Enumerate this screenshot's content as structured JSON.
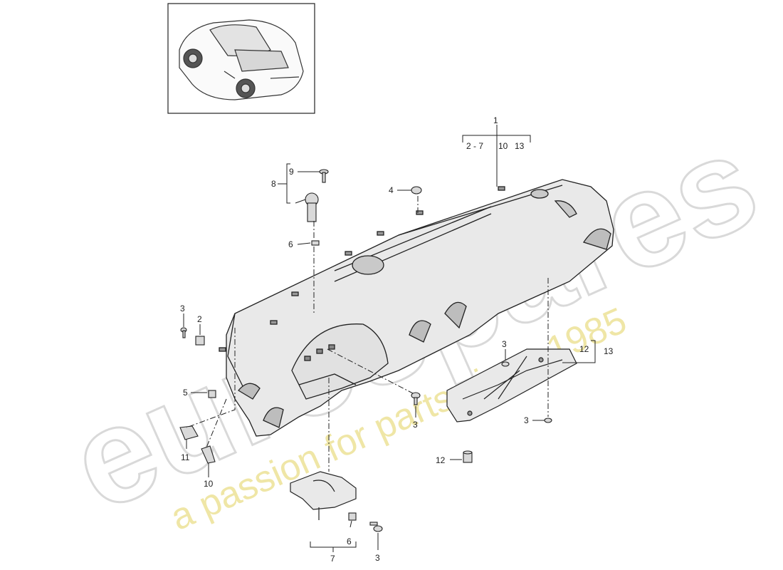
{
  "watermark": {
    "brand": "eurospares",
    "tagline": "a passion for parts since 1985"
  },
  "thumbnail": {
    "icon": "car-convertible-icon"
  },
  "callouts": {
    "c1": "1",
    "c1_range": "2 - 7",
    "c1_10": "10",
    "c1_13": "13",
    "c2": "2",
    "c3_left": "3",
    "c3_center": "3",
    "c3_bottom": "3",
    "c3_bracket": "3",
    "c3_right": "3",
    "c4": "4",
    "c5": "5",
    "c6_top": "6",
    "c6_bottom": "6",
    "c7": "7",
    "c8": "8",
    "c9": "9",
    "c10": "10",
    "c11": "11",
    "c12_group": "12",
    "c13_group": "13",
    "c12_bottom": "12"
  },
  "colors": {
    "line": "#222222",
    "part_fill": "#e9e9e9",
    "part_dark": "#bdbdbd"
  }
}
